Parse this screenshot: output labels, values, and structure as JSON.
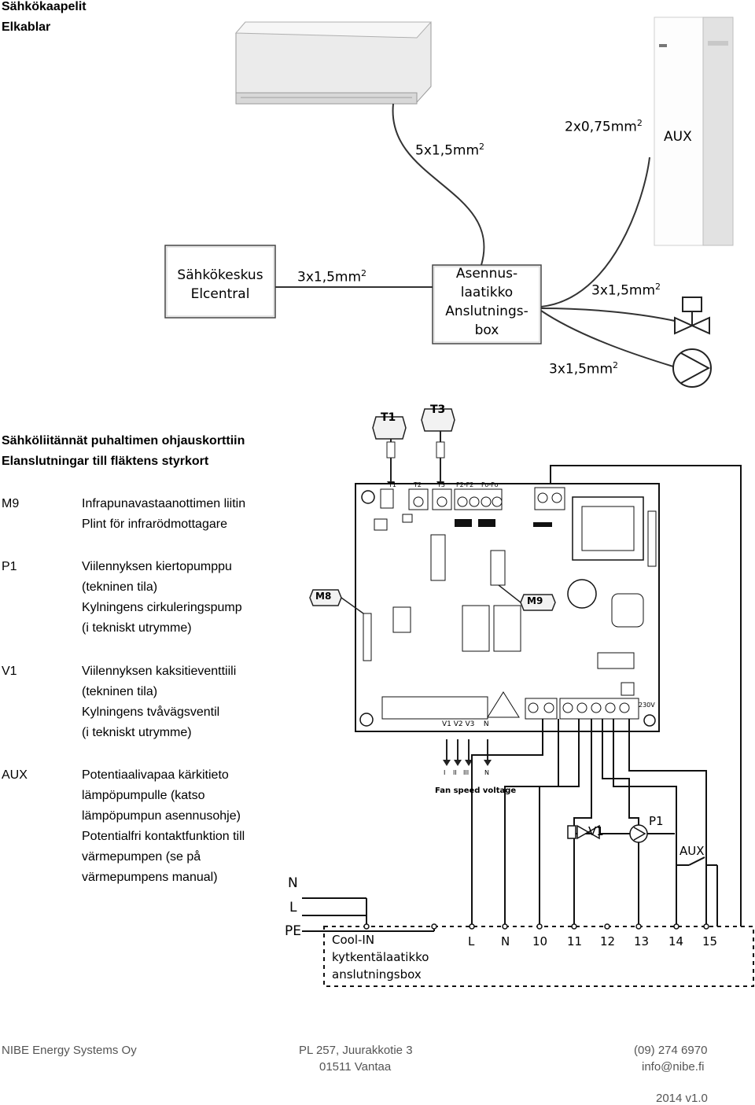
{
  "header": {
    "title_fi": "Sähkökaapelit",
    "title_sv": "Elkablar"
  },
  "section2": {
    "title_fi": "Sähköliitännät puhaltimen ohjauskorttiin",
    "title_sv": "Elanslutningar till fläktens styrkort"
  },
  "components": [
    {
      "code": "M9",
      "description": "Infrapunavastaanottimen liitin\nPlint för infrarödmottagare"
    },
    {
      "code": "P1",
      "description": "Viilennyksen kiertopumppu\n(tekninen tila)\nKylningens cirkuleringspump\n(i tekniskt utrymme)"
    },
    {
      "code": "V1",
      "description": "Viilennyksen kaksitieventtiili\n(tekninen tila)\nKylningens tvåvägsventil\n(i tekniskt utrymme)"
    },
    {
      "code": "AUX",
      "description": "Potentiaalivapaa kärkitieto\nlämpöpumpulle (katso\nlämpöpumpun asennusohje)\nPotentialfri kontaktfunktion till\nvärmepumpen (se på\nvärmepumpens manual)"
    }
  ],
  "cable_diagram": {
    "central_box": "Sähkökeskus\nElcentral",
    "junction_box": "Asennus-\nlaatikko\nAnslutnings-\nbox",
    "cable_5x15": "5x1,5mm",
    "cable_2x075": "2x0,75mm",
    "cable_3x15_a": "3x1,5mm",
    "cable_3x15_b": "3x1,5mm",
    "cable_3x15_c": "3x1,5mm",
    "exponent": "2",
    "aux_label": "AUX"
  },
  "wiring_diagram": {
    "sensor_t1": "T1",
    "sensor_t3": "T3",
    "connector_m8": "M8",
    "connector_m9": "M9",
    "board_top_labels": [
      "T1",
      "T2",
      "T3",
      "F2-F2",
      "Fo-Fo"
    ],
    "board_bottom_labels": "V1 V2 V3    N",
    "fan_speed": "Fan speed voltage",
    "fan_levels": [
      "I",
      "II",
      "III",
      "N"
    ],
    "board_voltage": "230V",
    "valve_label": "V1",
    "pump_label": "P1",
    "aux_label": "AUX",
    "supply": [
      "N",
      "L",
      "PE"
    ],
    "box_label": "Cool-IN\nkytkentälaatikko\nanslutningsbox",
    "terminals": [
      "L",
      "N",
      "10",
      "11",
      "12",
      "13",
      "14",
      "15"
    ]
  },
  "footer": {
    "company": "NIBE Energy Systems Oy",
    "address_line1": "PL 257, Juurakkotie 3",
    "address_line2": "01511 Vantaa",
    "phone": "(09) 274 6970",
    "email": "info@nibe.fi",
    "version": "2014 v1.0"
  }
}
